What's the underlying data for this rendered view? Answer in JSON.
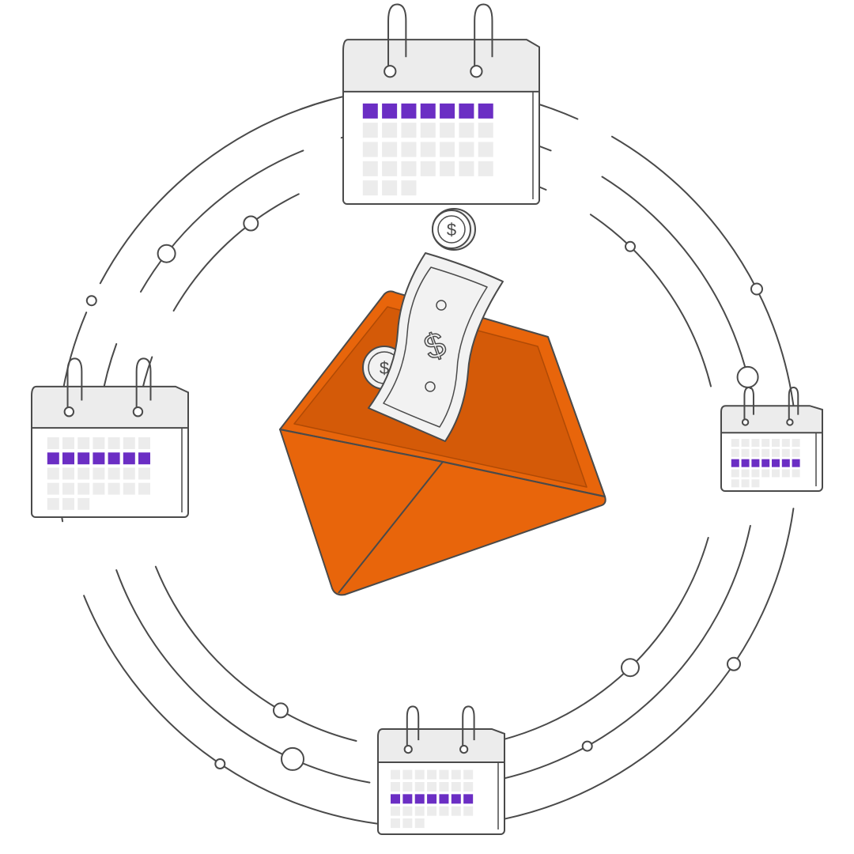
{
  "colors": {
    "background": "#ffffff",
    "outline": "#4a4a4a",
    "envelope_orange": "#e8650b",
    "envelope_orange_dark": "#d45a08",
    "calendar_header": "#ececec",
    "calendar_cell": "#ececec",
    "calendar_highlight": "#6b2ec4",
    "bill_fill": "#f2f2f2"
  },
  "icons": {
    "center": "envelope-with-money",
    "bill": "dollar-bill-icon",
    "coin": "dollar-coin-icon",
    "calendars": [
      "calendar-icon-top",
      "calendar-icon-left",
      "calendar-icon-right",
      "calendar-icon-bottom"
    ]
  },
  "calendars": [
    {
      "id": "top",
      "highlighted_row": 0
    },
    {
      "id": "left",
      "highlighted_row": 1
    },
    {
      "id": "right",
      "highlighted_row": 2
    },
    {
      "id": "bottom",
      "highlighted_row": 2
    }
  ]
}
